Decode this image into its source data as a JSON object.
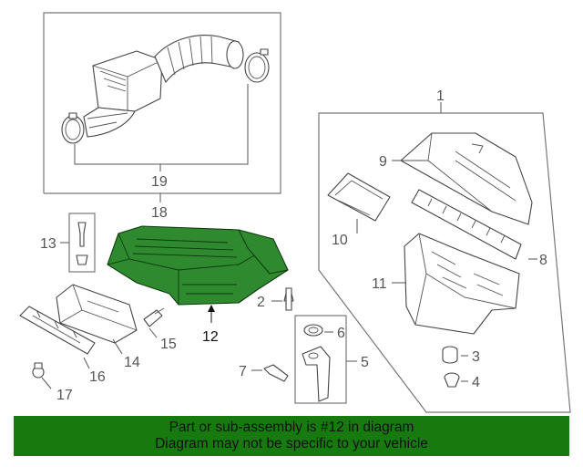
{
  "diagram": {
    "callouts": {
      "c1": "1",
      "c2": "2",
      "c3": "3",
      "c4": "4",
      "c5": "5",
      "c6": "6",
      "c7": "7",
      "c8": "8",
      "c9": "9",
      "c10": "10",
      "c11": "11",
      "c12": "12",
      "c13": "13",
      "c14": "14",
      "c15": "15",
      "c16": "16",
      "c17": "17",
      "c18": "18",
      "c19": "19"
    },
    "highlighted_part": "12",
    "highlight_color": "#2f8a2f"
  },
  "banner": {
    "line1": "Part or sub-assembly is #12 in diagram",
    "line2": "Diagram may not be specific to your vehicle",
    "background": "#177a0f"
  }
}
